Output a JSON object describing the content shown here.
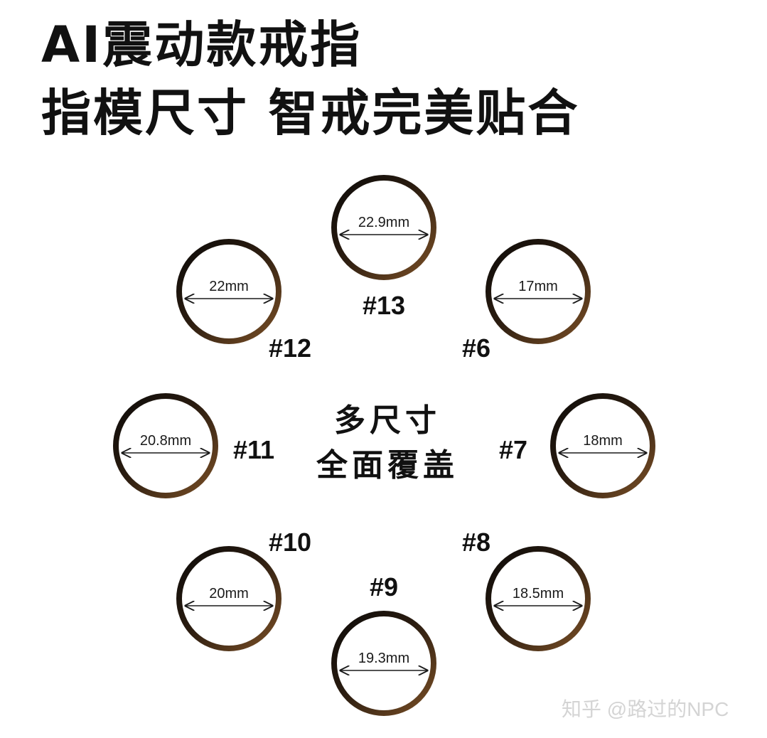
{
  "title": {
    "line1": "AI震动款戒指",
    "line2": "指模尺寸 智戒完美贴合"
  },
  "center": {
    "line1": "多尺寸",
    "line2": "全面覆盖"
  },
  "rings": [
    {
      "label": "#13",
      "size": "22.9mm"
    },
    {
      "label": "#12",
      "size": "22mm"
    },
    {
      "label": "#6",
      "size": "17mm"
    },
    {
      "label": "#11",
      "size": "20.8mm"
    },
    {
      "label": "#7",
      "size": "18mm"
    },
    {
      "label": "#10",
      "size": "20mm"
    },
    {
      "label": "#8",
      "size": "18.5mm"
    },
    {
      "label": "#9",
      "size": "19.3mm"
    }
  ],
  "colors": {
    "ring_dark": "#0d0b09",
    "ring_brown": "#7a4f26",
    "text": "#111111",
    "watermark": "#d4d4d4"
  },
  "watermark": "知乎 @路过的NPC"
}
